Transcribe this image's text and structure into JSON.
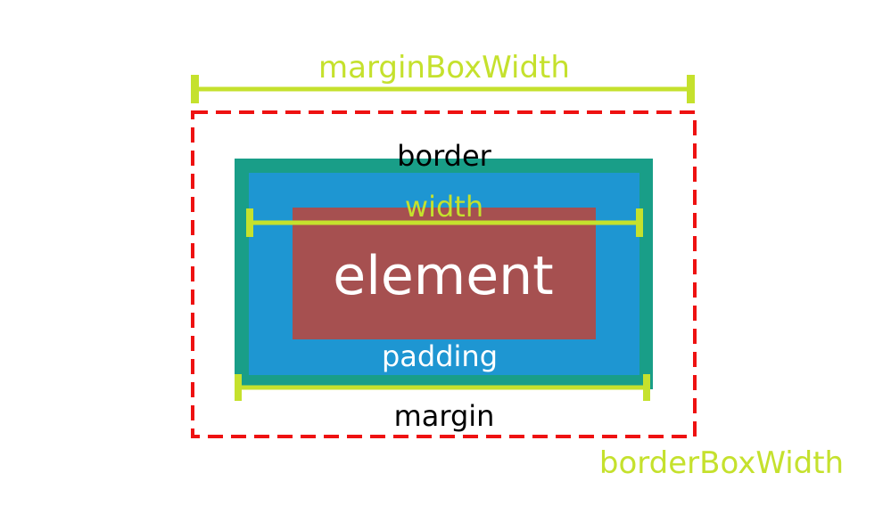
{
  "labels": {
    "margin_box_width": "marginBoxWidth",
    "border": "border",
    "width": "width",
    "element": "element",
    "padding": "padding",
    "margin": "margin",
    "border_box_width": "borderBoxWidth"
  },
  "colors": {
    "measure_line": "#c5e12d",
    "margin_dash": "#ee1111",
    "border_fill": "#199e88",
    "padding_fill": "#1e96d2",
    "element_fill": "#a65050",
    "dark_text": "#000000",
    "light_text": "#ffffff",
    "background": "#ffffff"
  }
}
